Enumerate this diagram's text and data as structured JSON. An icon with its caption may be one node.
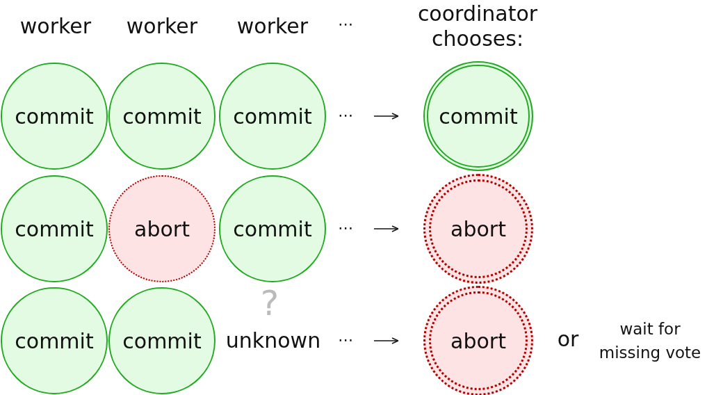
{
  "diagram": {
    "nodes": [
      {
        "text": [
          "commit"
        ]
      },
      {
        "text": [
          "commit"
        ]
      },
      {
        "text": [
          "commit"
        ]
      },
      {
        "text": [
          "⋯"
        ]
      },
      {
        "text": [
          "commit"
        ]
      },
      {
        "text": [
          "commit"
        ]
      },
      {
        "text": [
          "abort"
        ]
      },
      {
        "text": [
          "commit"
        ]
      },
      {
        "text": [
          "⋯"
        ]
      },
      {
        "text": [
          "abort"
        ]
      },
      {
        "text": [
          "commit"
        ]
      },
      {
        "text": [
          "commit"
        ]
      },
      {
        "text": [
          "⋯"
        ]
      },
      {
        "text": [
          "abort"
        ]
      }
    ],
    "edges": [
      {
        "from": 3,
        "to": 4,
        "arrow": "to"
      },
      {
        "from": 8,
        "to": 9,
        "arrow": "to"
      },
      {
        "from": 12,
        "to": 13,
        "arrow": "to"
      }
    ],
    "labels": [
      "worker",
      "worker",
      "worker",
      "⋯",
      "coordinator chooses:",
      "?",
      "unknown",
      "or",
      "wait for missing vote"
    ]
  }
}
